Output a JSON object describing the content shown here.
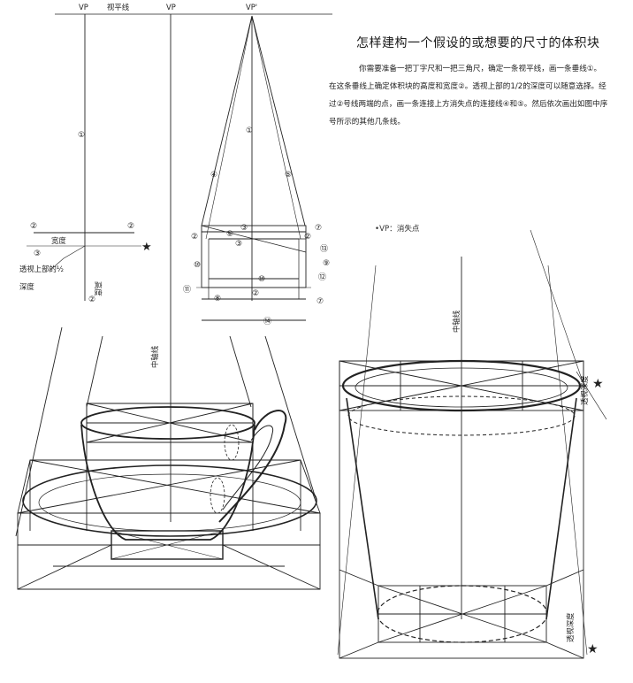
{
  "header": {
    "vp_left": "VP",
    "horizon_label": "视平线",
    "vp_mid": "VP",
    "vp_prime": "VP'"
  },
  "text": {
    "title": "怎样建构一个假设的或想要的尺寸的体积块",
    "paragraph": "你需要准备一把丁字尺和一把三角尺，确定一条视平线，画一条垂线①。在这条垂线上确定体积块的高度和宽度②。透视上部的1/2的深度可以随意选择。经过②号线两端的点，画一条连接上方消失点的连接线④和⑤。然后依次画出如图中序号所示的其他几条线。",
    "vp_note": "•VP：消失点"
  },
  "left_diagram": {
    "mark_1": "①",
    "mark_2a": "②",
    "mark_2b": "②",
    "mark_3": "③",
    "mark_2c": "②",
    "width_label": "宽度",
    "height_label": "高度",
    "depth_note_1": "透视上部的½",
    "depth_note_2": "深度"
  },
  "right_diagram": {
    "m1": "①",
    "m4": "④",
    "m5": "⑤",
    "m3": "③",
    "m6": "⑥",
    "m7a": "⑦",
    "m7b": "⑦",
    "m2a": "②",
    "m2b": "②",
    "m2c": "②",
    "m8": "⑧",
    "m9": "⑨",
    "m10a": "⑩",
    "m10b": "⑩",
    "m11": "⑪",
    "m12": "⑫",
    "m13": "⑬",
    "m14": "⑭"
  },
  "cup_drawing": {
    "axis_label": "中轴线"
  },
  "can_drawing": {
    "axis_label": "中轴线",
    "depth_top": "透视深度",
    "depth_bottom": "透视深度"
  },
  "colors": {
    "ink": "#222222",
    "paper": "#ffffff"
  }
}
